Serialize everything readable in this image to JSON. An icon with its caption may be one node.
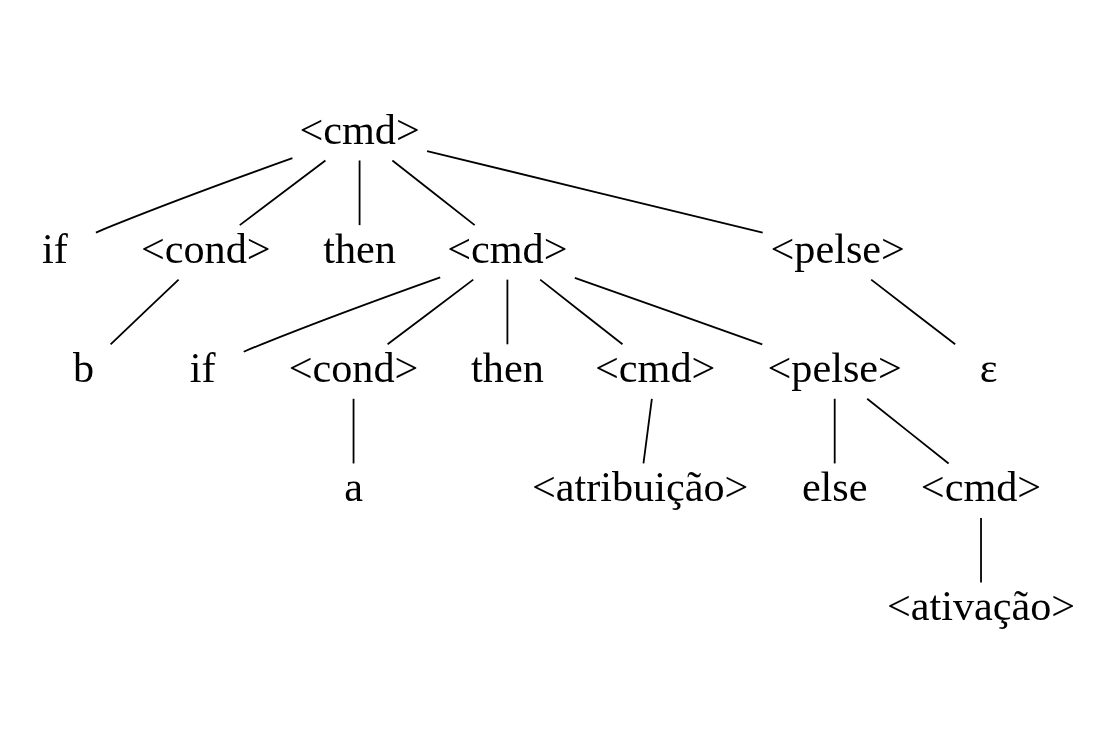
{
  "diagram": {
    "nodes": [
      {
        "text": [
          "<cmd>"
        ]
      },
      {
        "text": [
          "if"
        ]
      },
      {
        "text": [
          "<cond>"
        ]
      },
      {
        "text": [
          "then"
        ]
      },
      {
        "text": [
          "<cmd>"
        ]
      },
      {
        "text": [
          "<pelse>"
        ]
      },
      {
        "text": [
          "b"
        ]
      },
      {
        "text": [
          "ε"
        ]
      },
      {
        "text": [
          "if"
        ]
      },
      {
        "text": [
          "<cond>"
        ]
      },
      {
        "text": [
          "then"
        ]
      },
      {
        "text": [
          "<cmd>"
        ]
      },
      {
        "text": [
          "<pelse>"
        ]
      },
      {
        "text": [
          "a"
        ]
      },
      {
        "text": [
          "<atribuição>"
        ]
      },
      {
        "text": [
          "else"
        ]
      },
      {
        "text": [
          "<cmd>"
        ]
      },
      {
        "text": [
          "<ativação>"
        ]
      }
    ],
    "edges": [
      {
        "from": 0,
        "to": 1,
        "arrow": "none"
      },
      {
        "from": 0,
        "to": 2,
        "arrow": "none"
      },
      {
        "from": 0,
        "to": 3,
        "arrow": "none"
      },
      {
        "from": 0,
        "to": 4,
        "arrow": "none"
      },
      {
        "from": 0,
        "to": 5,
        "arrow": "none"
      },
      {
        "from": 2,
        "to": 6,
        "arrow": "none"
      },
      {
        "from": 5,
        "to": 7,
        "arrow": "none"
      },
      {
        "from": 4,
        "to": 8,
        "arrow": "none"
      },
      {
        "from": 4,
        "to": 9,
        "arrow": "none"
      },
      {
        "from": 4,
        "to": 10,
        "arrow": "none"
      },
      {
        "from": 4,
        "to": 11,
        "arrow": "none"
      },
      {
        "from": 4,
        "to": 12,
        "arrow": "none"
      },
      {
        "from": 9,
        "to": 13,
        "arrow": "none"
      },
      {
        "from": 11,
        "to": 14,
        "arrow": "none"
      },
      {
        "from": 12,
        "to": 15,
        "arrow": "none"
      },
      {
        "from": 12,
        "to": 16,
        "arrow": "none"
      },
      {
        "from": 16,
        "to": 17,
        "arrow": "none"
      }
    ]
  }
}
